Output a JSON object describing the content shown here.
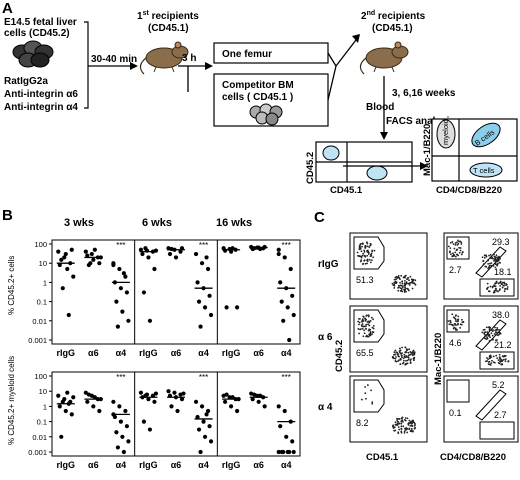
{
  "panel_a": {
    "letter": "A",
    "source_line1": "E14.5 fetal liver",
    "source_line2": "cells (CD45.2)",
    "antibodies": [
      "RatIgG2a",
      "Anti-integrin α6",
      "Anti-integrin α4"
    ],
    "time1": "30-40 min",
    "recip1_line1": "1",
    "recip1_sup": "st",
    "recip1_line1b": " recipients",
    "recip1_line2": "(CD45.1)",
    "time2": "3 h",
    "box1": "One femur",
    "box2_line1": "Competitor BM",
    "box2_line2": "cells ( CD45.1 )",
    "recip2_line1": "2",
    "recip2_sup": "nd",
    "recip2_line1b": " recipients",
    "recip2_line2": "(CD45.1)",
    "weeks": "3, 6,16 weeks",
    "blood": "Blood",
    "facs": "FACS analysis",
    "facs1_y": "CD45.2",
    "facs1_x": "CD45.1",
    "facs2_y": "Mac-1/B220",
    "facs2_x": "CD4/CD8/B220",
    "gate_myeloid": "myeloid",
    "gate_bcells": "B cells",
    "gate_tcells": "T cells"
  },
  "panel_b": {
    "letter": "B",
    "timepoints": [
      "3 wks",
      "6 wks",
      "16 wks"
    ],
    "categories": [
      "rIgG",
      "α6",
      "α4"
    ],
    "sig": "***",
    "top_ylabel": "% CD45.2+ cells",
    "bottom_ylabel": "% CD45.2+ myeloid cells",
    "ticks": [
      "100",
      "10",
      "1",
      "0.1",
      "0.01",
      "0.001"
    ]
  },
  "panel_c": {
    "letter": "C",
    "rows": [
      "rIgG",
      "α 6",
      "α 4"
    ],
    "left_ylabel": "CD45.2",
    "left_xlabel": "CD45.1",
    "right_ylabel": "Mac-1/B220",
    "right_xlabel": "CD4/CD8/B220",
    "left_values": [
      "51.3",
      "65.5",
      "8.2"
    ],
    "right_values": [
      {
        "left": "2.7",
        "top": "29.3",
        "mid": "18.1"
      },
      {
        "left": "4.6",
        "top": "38.0",
        "mid": "21.2"
      },
      {
        "left": "0.1",
        "top": "5.2",
        "mid": "2.7"
      }
    ]
  },
  "chart_data": [
    {
      "type": "scatter",
      "title": "% CD45.2+ cells",
      "yscale": "log",
      "ylim": [
        0.001,
        100
      ],
      "categories": [
        "rIgG",
        "α6",
        "α4"
      ],
      "series": [
        {
          "name": "3 wks",
          "values": [
            [
              40,
              20,
              10,
              8,
              30,
              50,
              15,
              5,
              2,
              0.5,
              0.02
            ],
            [
              40,
              30,
              20,
              25,
              15,
              10,
              8,
              50,
              20,
              10
            ],
            [
              10,
              5,
              2,
              1,
              0.5,
              0.3,
              0.1,
              0.03,
              0.01,
              0.005,
              3,
              8
            ]
          ]
        },
        {
          "name": "6 wks",
          "values": [
            [
              50,
              45,
              40,
              30,
              20,
              5,
              0.3,
              0.01,
              45,
              60
            ],
            [
              60,
              50,
              40,
              30,
              20,
              60,
              55
            ],
            [
              30,
              10,
              5,
              1,
              0.5,
              0.2,
              0.1,
              0.05,
              0.02,
              0.005,
              20
            ]
          ]
        },
        {
          "name": "16 wks",
          "values": [
            [
              60,
              55,
              50,
              45,
              40,
              0.05,
              0.05,
              60
            ],
            [
              70,
              65,
              60,
              55,
              65,
              70,
              60,
              55
            ],
            [
              50,
              20,
              5,
              1,
              0.5,
              0.2,
              0.1,
              0.05,
              0.02,
              0.01,
              0.001,
              30
            ]
          ]
        }
      ]
    },
    {
      "type": "scatter",
      "title": "% CD45.2+ myeloid cells",
      "yscale": "log",
      "ylim": [
        0.001,
        100
      ],
      "categories": [
        "rIgG",
        "α6",
        "α4"
      ],
      "series": [
        {
          "name": "3 wks",
          "values": [
            [
              5,
              3,
              2,
              1,
              0.5,
              0.3,
              0.01,
              8,
              4,
              2,
              1.5
            ],
            [
              8,
              5,
              3,
              2,
              1,
              0.5,
              6,
              4,
              3
            ],
            [
              2,
              1,
              0.5,
              0.2,
              0.1,
              0.05,
              0.02,
              0.01,
              0.005,
              0.002,
              0.001,
              0.3
            ]
          ]
        },
        {
          "name": "6 wks",
          "values": [
            [
              8,
              6,
              5,
              4,
              3,
              2,
              0.1,
              0.03,
              7,
              5
            ],
            [
              10,
              8,
              6,
              5,
              4,
              3,
              1,
              0.5,
              7
            ],
            [
              2,
              1,
              0.5,
              0.2,
              0.1,
              0.05,
              0.03,
              0.01,
              0.005,
              0.001,
              0.3
            ]
          ]
        },
        {
          "name": "16 wks",
          "values": [
            [
              5,
              4,
              3,
              2,
              1,
              0.5,
              6,
              4,
              3
            ],
            [
              7,
              5,
              4,
              3,
              2,
              1,
              6,
              5
            ],
            [
              1,
              0.5,
              0.1,
              0.05,
              0.01,
              0.005,
              0.001,
              0.001,
              0.001,
              0.001,
              0.001,
              0.001
            ]
          ]
        }
      ],
      "medians": [
        [
          1.5,
          3,
          0.3
        ],
        [
          4,
          4,
          0.15
        ],
        [
          3,
          4,
          0.1
        ]
      ]
    }
  ]
}
